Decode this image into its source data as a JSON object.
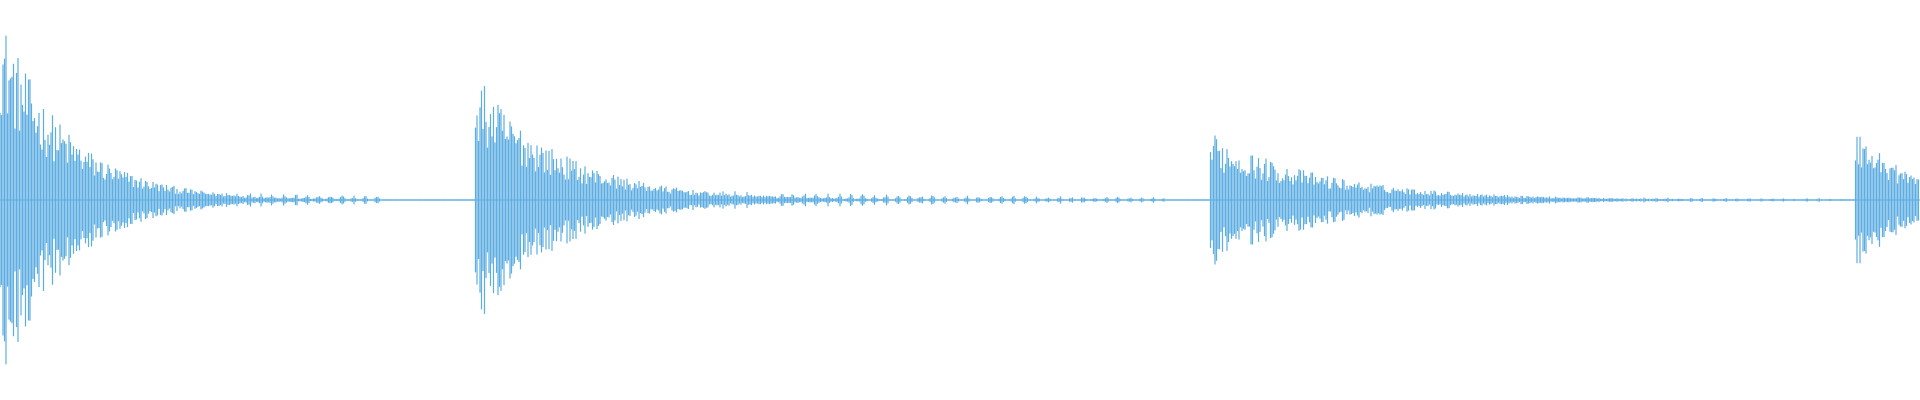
{
  "waveform": {
    "color": "#5DADE2",
    "background": "#FFFFFF",
    "amplitude_range": [
      -1,
      1
    ],
    "onsets": [
      {
        "start": 0.0,
        "peak": 0.97,
        "decay": 0.035,
        "duration": 0.2
      },
      {
        "start": 0.247,
        "peak": 0.66,
        "decay": 0.045,
        "duration": 0.36
      },
      {
        "start": 0.63,
        "peak": 0.35,
        "decay": 0.06,
        "duration": 0.33
      },
      {
        "start": 0.966,
        "peak": 0.39,
        "decay": 0.03,
        "duration": 0.034
      }
    ]
  }
}
